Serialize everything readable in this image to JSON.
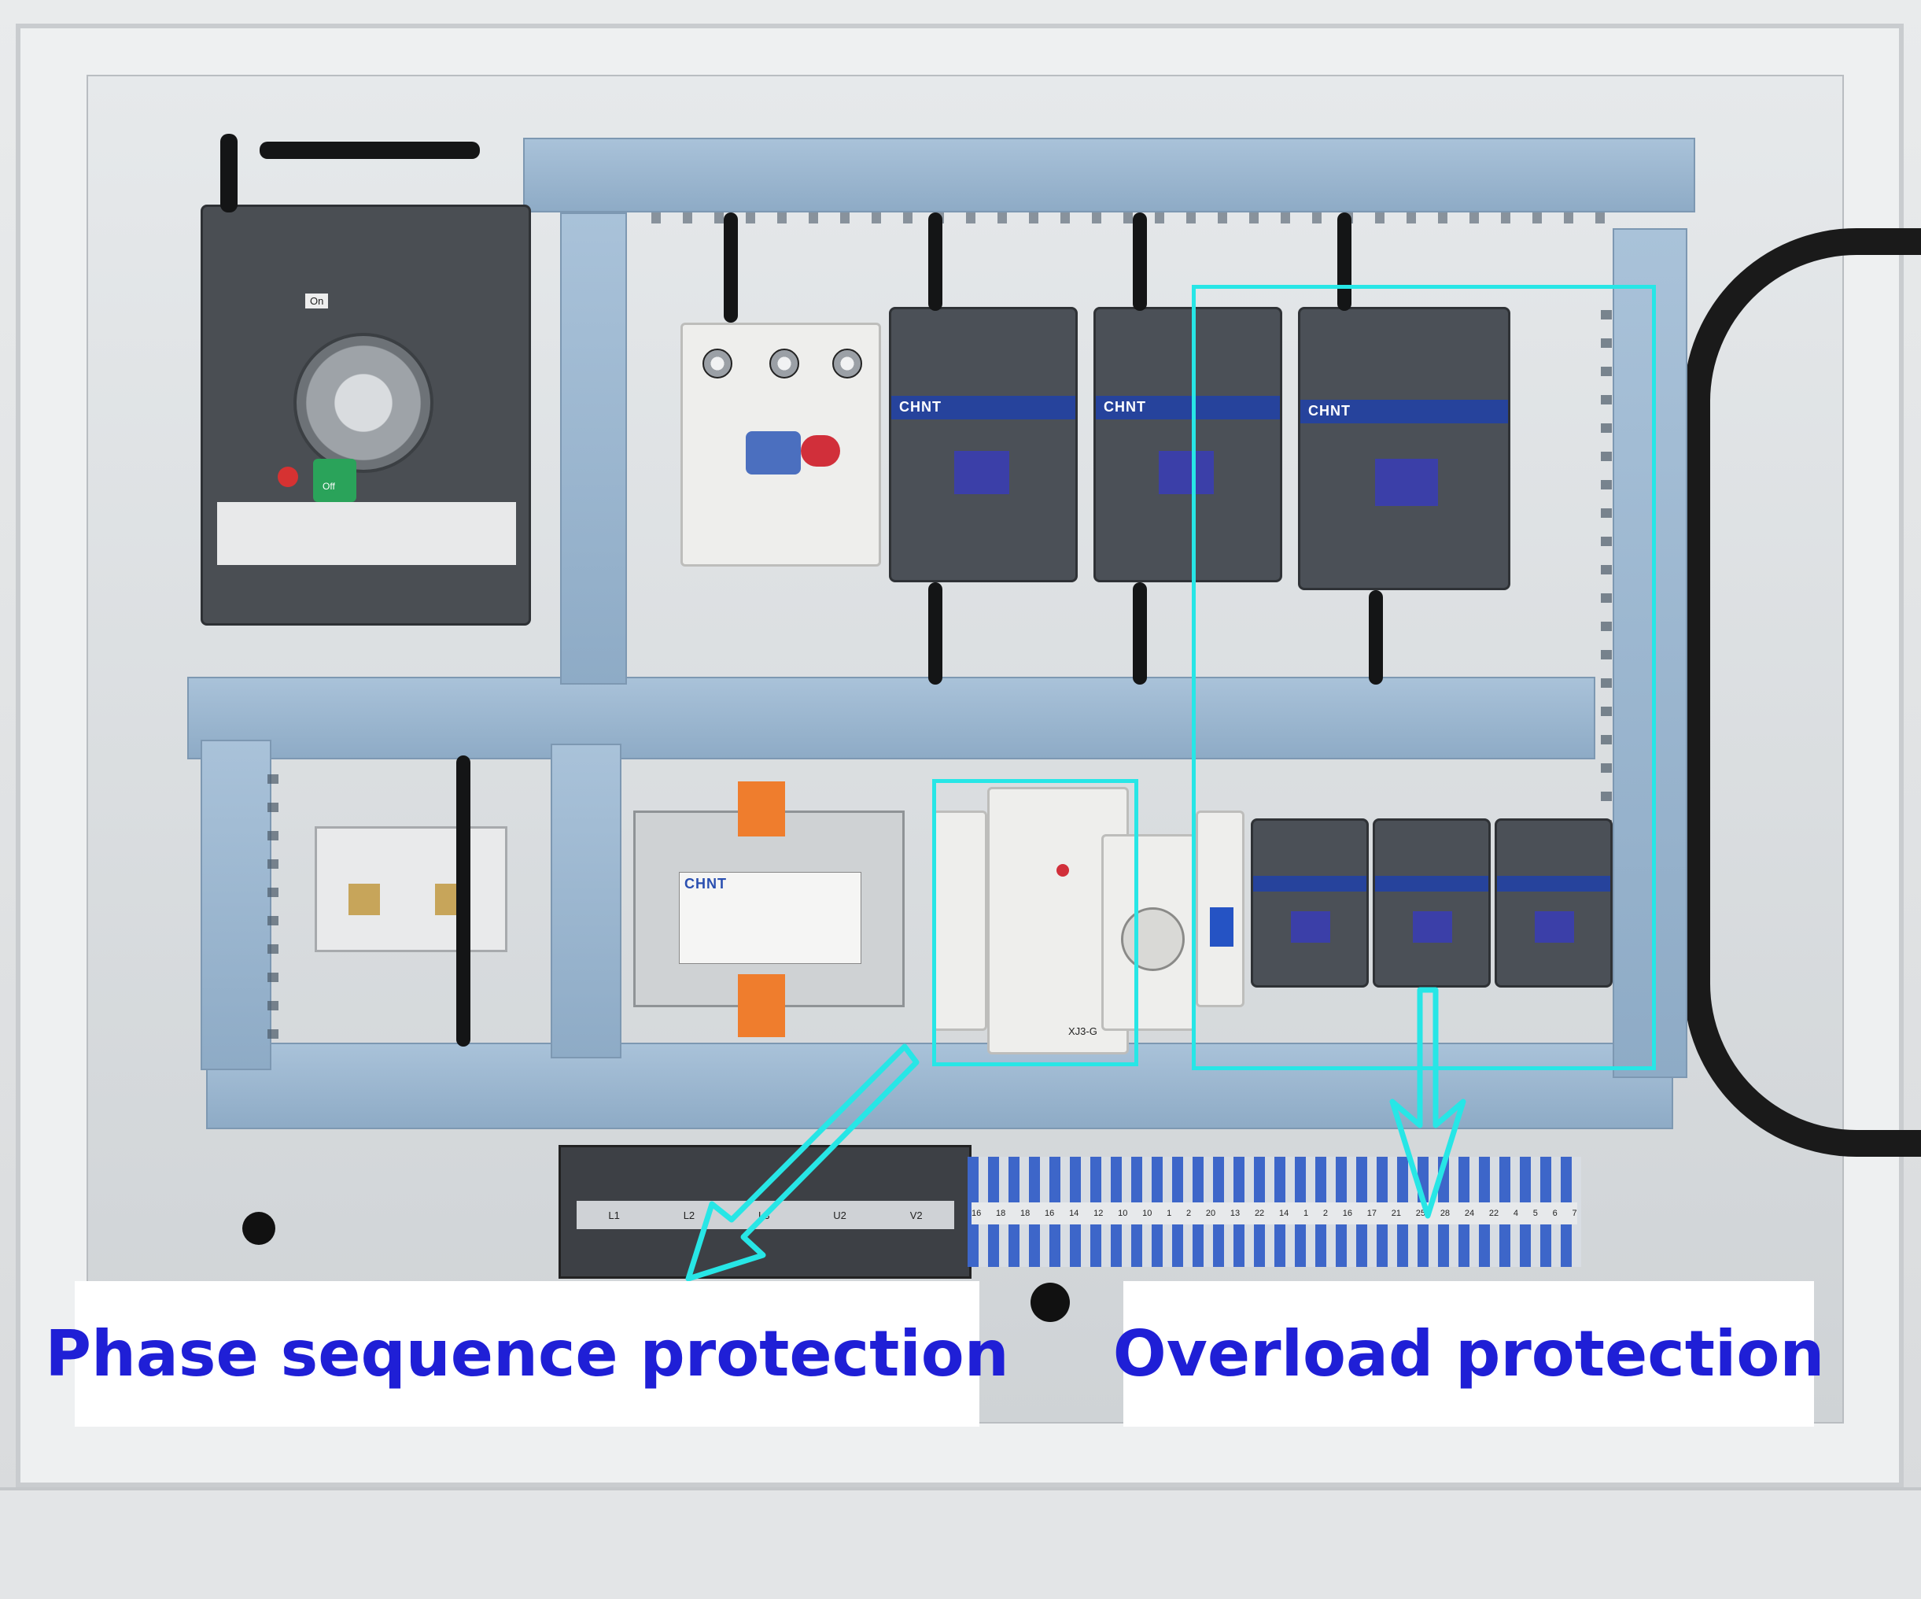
{
  "annotations": {
    "left_caption": "Phase sequence protection",
    "right_caption": "Overload protection",
    "highlight_color": "#27e6e6",
    "caption_color": "#1f1fd6"
  },
  "labels": {
    "brand": "CHNT",
    "breaker_on": "On",
    "breaker_off": "Off",
    "relay_model": "XJ3-G"
  },
  "terminals": {
    "left_block": [
      "L1",
      "L2",
      "L3",
      "U2",
      "V2"
    ],
    "right_block": [
      "16",
      "18",
      "18",
      "16",
      "14",
      "12",
      "10",
      "10",
      "1",
      "2",
      "20",
      "13",
      "22",
      "14",
      "1",
      "2",
      "16",
      "17",
      "21",
      "25",
      "28",
      "24",
      "22",
      "4",
      "5",
      "6",
      "7"
    ]
  }
}
